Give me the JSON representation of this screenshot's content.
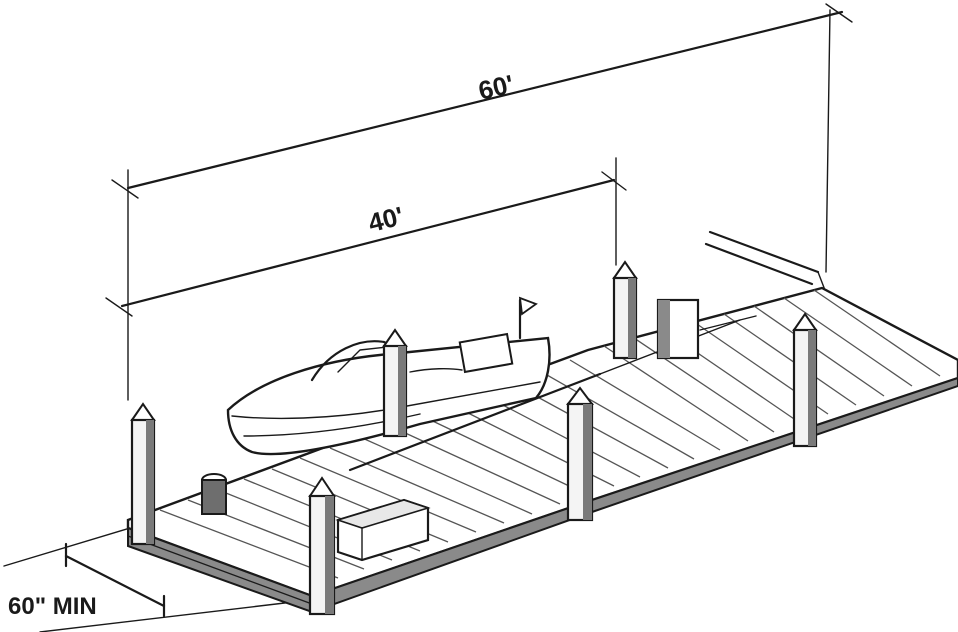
{
  "dimensions": {
    "overall_length": "60'",
    "slip_length": "40'",
    "walkway_width": "60\" MIN"
  }
}
